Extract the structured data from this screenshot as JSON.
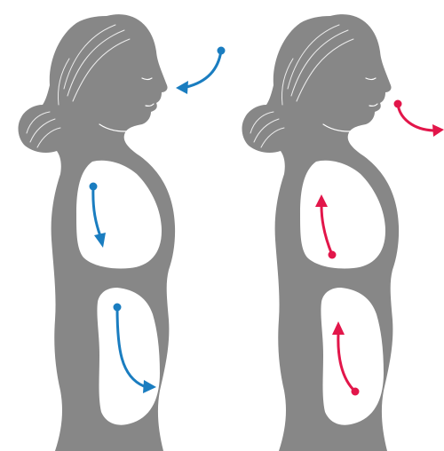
{
  "colors": {
    "body": "#878787",
    "chamber": "#ffffff",
    "inhale": "#1a7dc0",
    "exhale": "#e2164a"
  },
  "panels": [
    {
      "phase": "inhale",
      "arrow_color": "#1a7dc0",
      "chest_arrow": "down",
      "belly_arrow": "down-right",
      "air_arrow": "into-nose"
    },
    {
      "phase": "exhale",
      "arrow_color": "#e2164a",
      "chest_arrow": "up",
      "belly_arrow": "up",
      "air_arrow": "out-of-mouth"
    }
  ],
  "icons": [
    "female-profile-figure",
    "lung-cavity",
    "abdomen-cavity",
    "breath-arrow"
  ]
}
